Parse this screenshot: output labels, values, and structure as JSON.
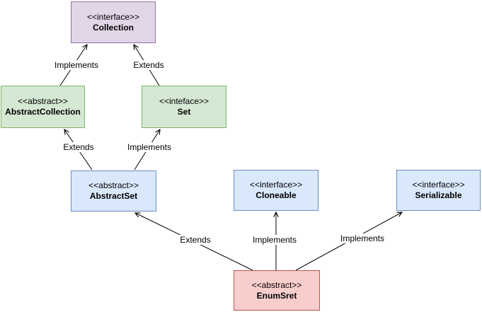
{
  "diagram": {
    "kind": "uml-class-inheritance-diagram",
    "background": "#ffffff"
  },
  "colors": {
    "purple_fill": "#E1D5E7",
    "purple_stroke": "#9673A6",
    "green_fill": "#D5E8D4",
    "green_stroke": "#82B366",
    "blue_fill": "#DAE8FC",
    "blue_stroke": "#6C8EBF",
    "red_fill": "#F8CECC",
    "red_stroke": "#B85450",
    "edge_stroke": "#000000",
    "text": "#000000"
  },
  "nodes": {
    "collection": {
      "stereotype": "<<interface>>",
      "name": "Collection"
    },
    "abstract_collection": {
      "stereotype": "<<abstract>>",
      "name": "AbstractCollection"
    },
    "set": {
      "stereotype": "<<inteface>>",
      "name": "Set"
    },
    "abstract_set": {
      "stereotype": "<<abstract>>",
      "name": "AbstractSet"
    },
    "cloneable": {
      "stereotype": "<<interface>>",
      "name": "Cloneable"
    },
    "serializable": {
      "stereotype": "<<interface>>",
      "name": "Serializable"
    },
    "enum_sret": {
      "stereotype": "<<abstract>>",
      "name": "EnumSret"
    }
  },
  "edges": {
    "abstractCollection_to_collection": {
      "label": "Implements"
    },
    "set_to_collection": {
      "label": "Extends"
    },
    "abstractSet_to_abstractCollection": {
      "label": "Extends"
    },
    "abstractSet_to_set": {
      "label": "Implements"
    },
    "enumSret_to_abstractSet": {
      "label": "Extends"
    },
    "enumSret_to_cloneable": {
      "label": "Implements"
    },
    "enumSret_to_serializable": {
      "label": "Implements"
    }
  }
}
